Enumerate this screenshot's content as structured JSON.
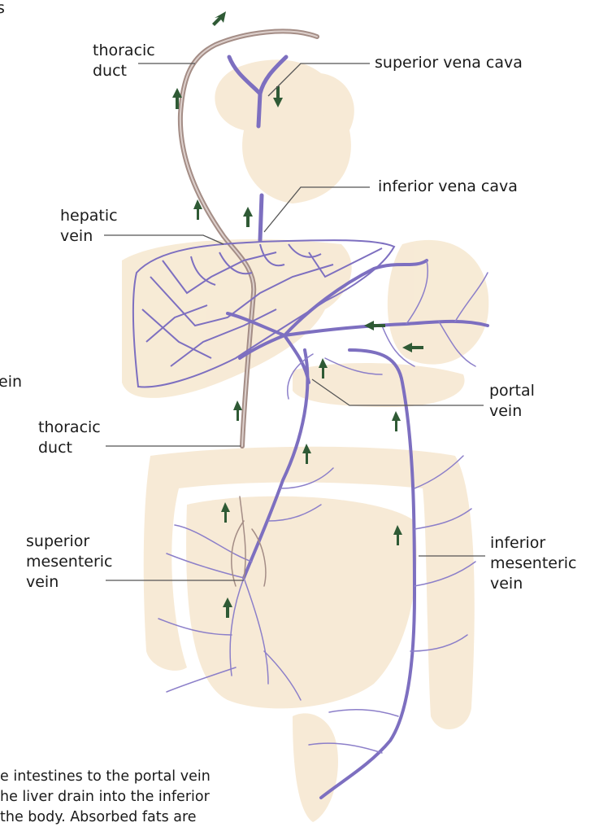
{
  "labels": {
    "thoracic_duct_top": "thoracic\nduct",
    "superior_vena_cava": "superior vena cava",
    "inferior_vena_cava": "inferior vena cava",
    "hepatic_vein": "hepatic\nvein",
    "portal_vein": "portal\nvein",
    "thoracic_duct_bottom": "thoracic\nduct",
    "superior_mesenteric_vein": "superior\nmesenteric\nvein",
    "inferior_mesenteric_vein": "inferior\nmesenteric\nvein"
  },
  "edge_fragments": {
    "top_left": "s",
    "left_middle": "ein"
  },
  "caption_lines": [
    "e  intestines to the portal vein",
    "he liver drain into the inferior",
    "  the body.  Absorbed fats are"
  ],
  "colors": {
    "vein": "#7d6fc0",
    "duct": "#a48d86",
    "arrow": "#2f5a35",
    "organ": "#f6e7cf",
    "leader": "#555555"
  }
}
